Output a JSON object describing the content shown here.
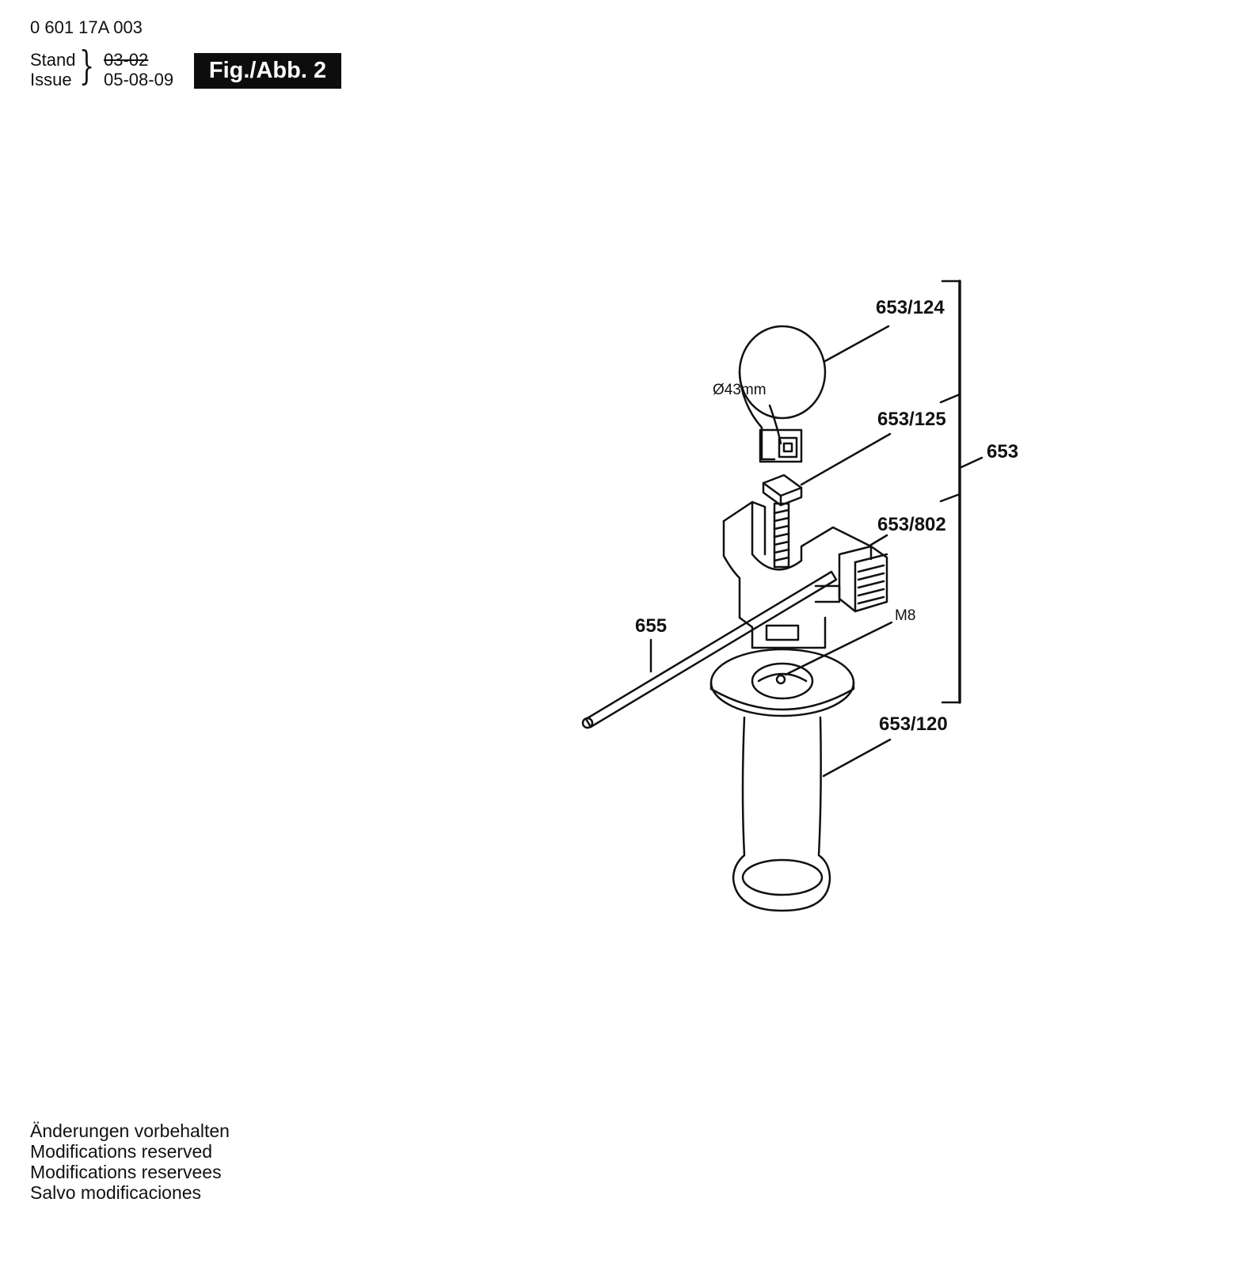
{
  "header": {
    "doc_number": "0 601 17A 003",
    "stand_label": "Stand",
    "issue_label": "Issue",
    "old_date": "03-02",
    "new_date": "05-08-09",
    "figure_label": "Fig./Abb. 2"
  },
  "diagram": {
    "labels": {
      "p653_124": "653/124",
      "p653_125": "653/125",
      "p653": "653",
      "p653_802": "653/802",
      "p655": "655",
      "m8": "M8",
      "p653_120": "653/120",
      "diameter": "Ø43mm"
    }
  },
  "footer": {
    "lines": [
      "Änderungen vorbehalten",
      "Modifications reserved",
      "Modifications reservees",
      "Salvo modificaciones"
    ]
  }
}
